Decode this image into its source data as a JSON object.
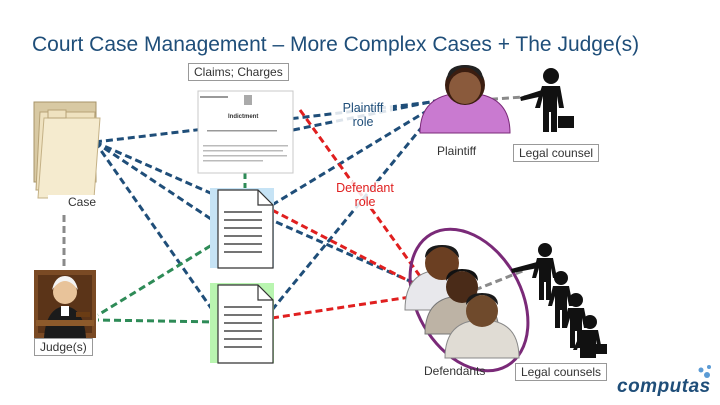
{
  "title": "Court Case Management – More Complex Cases + The Judge(s)",
  "labels": {
    "claims": "Claims; Charges",
    "case": "Case",
    "judge": "Judge(s)",
    "plaintiff": "Plaintiff",
    "legal_counsel": "Legal counsel",
    "defendants": "Defendants",
    "legal_counsels": "Legal counsels",
    "plaintiff_role_1": "Plaintiff",
    "plaintiff_role_2": "role",
    "defendant_role_1": "Defendant",
    "defendant_role_2": "role"
  },
  "document": {
    "heading": "Indictment"
  },
  "logo": "computas",
  "colors": {
    "title": "#1f4e79",
    "blue_link": "#1f4e79",
    "red_link": "#e01f1f",
    "green_link": "#2e8b57",
    "grey_link": "#8a8a8a",
    "purple_ellipse": "#7a2a78",
    "doc_blue": "#c6e3f5",
    "doc_green": "#b9f5b0"
  }
}
